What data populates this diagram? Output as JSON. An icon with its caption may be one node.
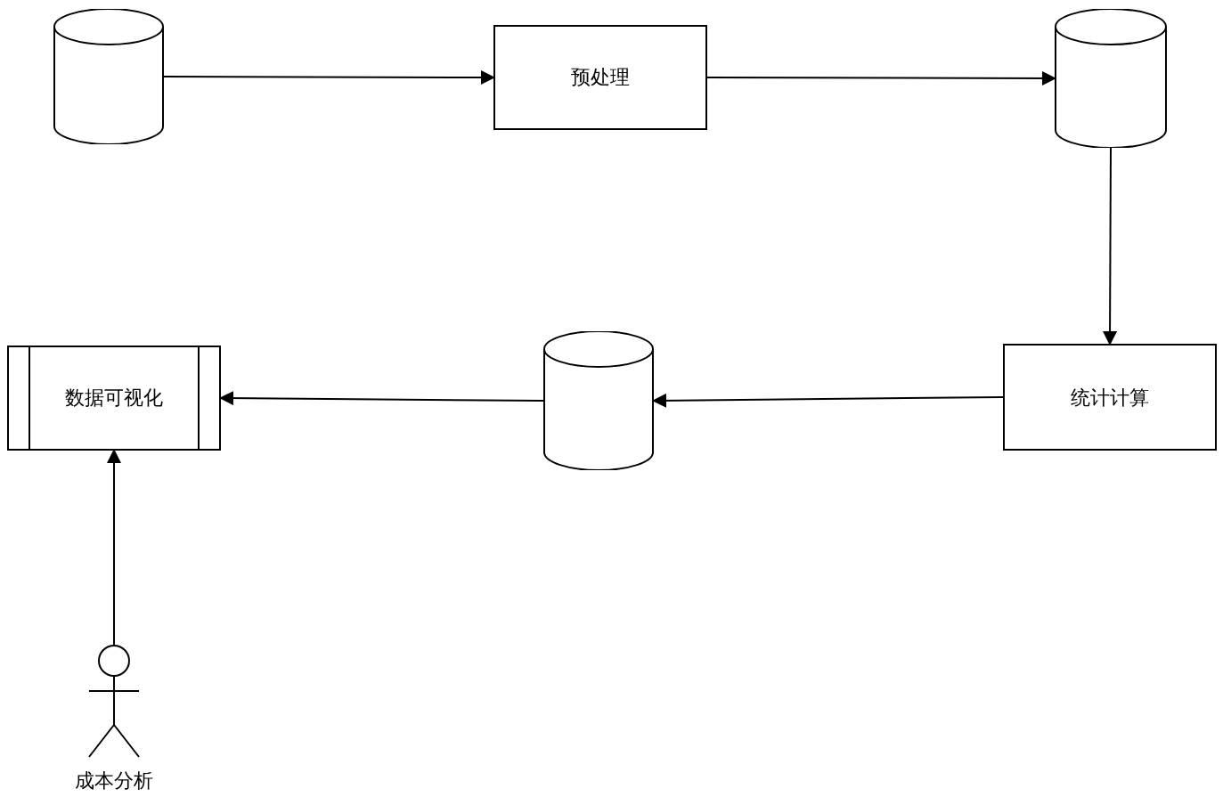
{
  "diagram": {
    "nodes": [
      {
        "text": [],
        "shape": "cylinder"
      },
      {
        "text": [
          "预处理"
        ]
      },
      {
        "text": [],
        "shape": "cylinder"
      },
      {
        "text": [
          "统计计算"
        ]
      },
      {
        "text": [],
        "shape": "cylinder"
      },
      {
        "text": [
          "数据可视化"
        ]
      },
      {
        "text": [
          "成本分析"
        ]
      }
    ],
    "edges": [
      {
        "from": 0,
        "to": 1,
        "arrow": "to"
      },
      {
        "from": 1,
        "to": 2,
        "arrow": "to"
      },
      {
        "from": 2,
        "to": 3,
        "arrow": "to"
      },
      {
        "from": 3,
        "to": 4,
        "arrow": "to"
      },
      {
        "from": 4,
        "to": 5,
        "arrow": "to"
      },
      {
        "from": 6,
        "to": 5,
        "arrow": "to"
      }
    ]
  }
}
